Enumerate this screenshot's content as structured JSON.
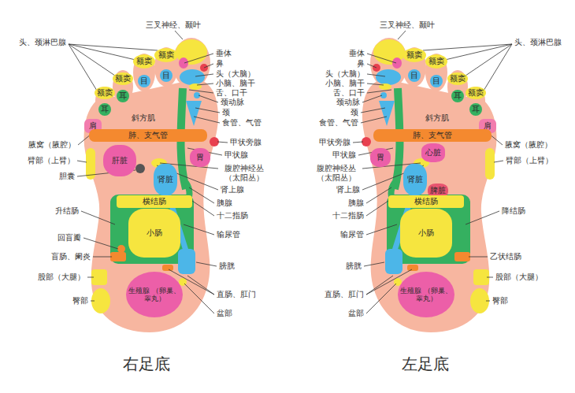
{
  "diagram": {
    "nodes": [
      {
        "text": [
          "额窦"
        ]
      },
      {
        "text": [
          "额窦"
        ]
      },
      {
        "text": [
          "额窦"
        ]
      },
      {
        "text": [
          "额窦"
        ]
      },
      {
        "text": [
          "目"
        ]
      },
      {
        "text": [
          "目"
        ]
      },
      {
        "text": [
          "耳"
        ]
      },
      {
        "text": [
          "耳"
        ]
      },
      {
        "text": [
          "肩"
        ]
      },
      {
        "text": [
          "斜方肌"
        ]
      },
      {
        "text": [
          "肺、支气管"
        ]
      },
      {
        "text": [
          "肝脏"
        ]
      },
      {
        "text": [
          "胃"
        ]
      },
      {
        "text": [
          "肾脏"
        ]
      },
      {
        "text": [
          "横结肠"
        ]
      },
      {
        "text": [
          "小肠"
        ]
      },
      {
        "text": [
          "生殖腺 （卵巢、睾丸）"
        ]
      },
      {
        "text": [
          "额窦"
        ]
      },
      {
        "text": [
          "额窦"
        ]
      },
      {
        "text": [
          "额窦"
        ]
      },
      {
        "text": [
          "额窦"
        ]
      },
      {
        "text": [
          "目"
        ]
      },
      {
        "text": [
          "目"
        ]
      },
      {
        "text": [
          "耳"
        ]
      },
      {
        "text": [
          "耳"
        ]
      },
      {
        "text": [
          "肩"
        ]
      },
      {
        "text": [
          "斜方肌"
        ]
      },
      {
        "text": [
          "肺、支气管"
        ]
      },
      {
        "text": [
          "心脏"
        ]
      },
      {
        "text": [
          "胃"
        ]
      },
      {
        "text": [
          "肾脏"
        ]
      },
      {
        "text": [
          "脾脏"
        ]
      },
      {
        "text": [
          "横结肠"
        ]
      },
      {
        "text": [
          "小肠"
        ]
      },
      {
        "text": [
          "生殖腺 （卵巢、睾丸）"
        ]
      }
    ],
    "labels": [
      "三叉神经、颞叶",
      "头、颈淋巴腺",
      "腋窝（腋腔）",
      "臂部（上臂）",
      "胆囊",
      "升结肠",
      "回盲瓣",
      "盲肠、阑炎",
      "股部（大腿）",
      "臀部",
      "垂体",
      "鼻",
      "头（大脑）",
      "小脑、脑干",
      "舌、口干",
      "颈动脉",
      "颈",
      "食管、气管",
      "甲状旁腺",
      "甲状腺",
      "腹腔神经丛 （太阳丛）",
      "肾上腺",
      "胰腺",
      "十二指肠",
      "输尿管",
      "膀胱",
      "直肠、肛门",
      "盆部",
      "右足底",
      "三叉神经、颞叶",
      "垂体",
      "鼻",
      "头（大脑）",
      "小脑、脑干",
      "舌、口干",
      "颈动脉",
      "颈",
      "食管、气管",
      "甲状旁腺",
      "甲状腺",
      "腹腔神经丛 （太阳丛）",
      "肾上腺",
      "胰腺",
      "十二指肠",
      "输尿管",
      "膀胱",
      "直肠、肛门",
      "盆部",
      "头、颈淋巴腺",
      "腋窝（腋腔）",
      "臂部（上臂）",
      "降结肠",
      "乙状结肠",
      "股部（大腿）",
      "臀部",
      "左足底"
    ]
  }
}
